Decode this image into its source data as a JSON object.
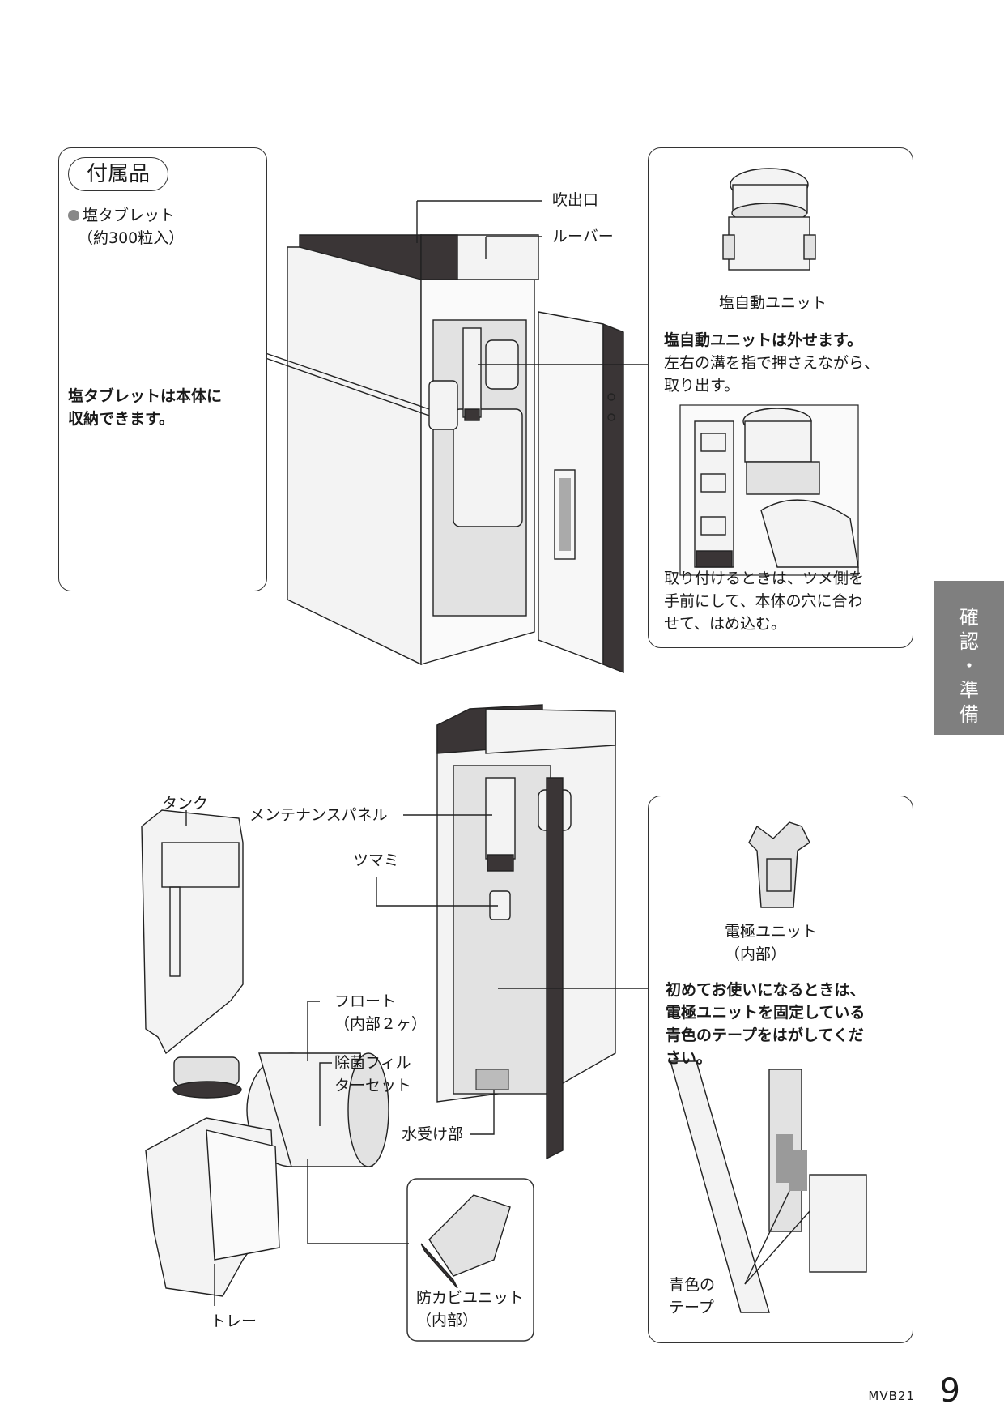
{
  "accessories": {
    "title": "付属品",
    "item_name": "塩タブレット",
    "item_qty": "（約300粒入）",
    "storage_note": "塩タブレットは本体に\n収納できます。"
  },
  "top_labels": {
    "outlet": "吹出口",
    "louver": "ルーバー"
  },
  "salt_unit": {
    "name": "塩自動ユニット",
    "removable": "塩自動ユニットは外せます。",
    "remove_howto": "左右の溝を指で押さえながら、\n取り出す。",
    "attach_howto": "取り付けるときは、ツメ側を\n手前にして、本体の穴に合わ\nせて、はめ込む。"
  },
  "side_tab": {
    "label": "確\n認\n・\n準\n備"
  },
  "lower_labels": {
    "tank": "タンク",
    "maintenance_panel": "メンテナンスパネル",
    "knob": "ツマミ",
    "float": "フロート\n（内部２ヶ）",
    "filter": "除菌フィル\nターセット",
    "water_receiver": "水受け部",
    "tray": "トレー",
    "mold_unit": "防カビユニット\n（内部）"
  },
  "electrode": {
    "name": "電極ユニット\n（内部）",
    "instruction": "初めてお使いになるときは、\n電極ユニットを固定している\n青色のテープをはがしてくだ\nさい。",
    "tape_label": "青色の\nテープ"
  },
  "footer": {
    "model": "MVB21",
    "page_number": "9"
  }
}
